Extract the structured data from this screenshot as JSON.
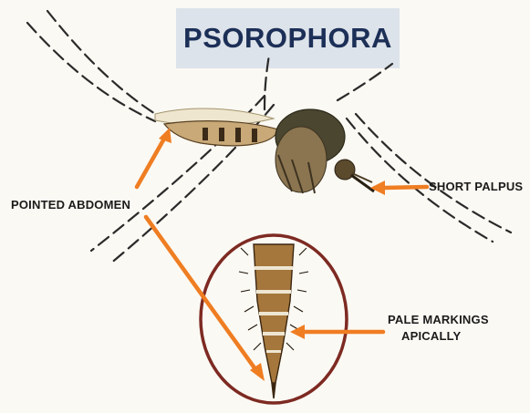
{
  "title": "PSOROPHORA",
  "labels": {
    "pointed_abdomen": "POINTED ABDOMEN",
    "short_palpus": "SHORT PALPUS",
    "pale_markings_line1": "PALE MARKINGS",
    "pale_markings_line2": "APICALLY"
  },
  "colors": {
    "arrow": "#ef7d22",
    "circle": "#7d2a22",
    "title_text": "#1c2f57",
    "title_bg": "#dde3ea",
    "background": "#fbf9f3"
  },
  "icons": {
    "mosquito": "mosquito-illustration",
    "abdomen_detail": "abdomen-closeup"
  }
}
